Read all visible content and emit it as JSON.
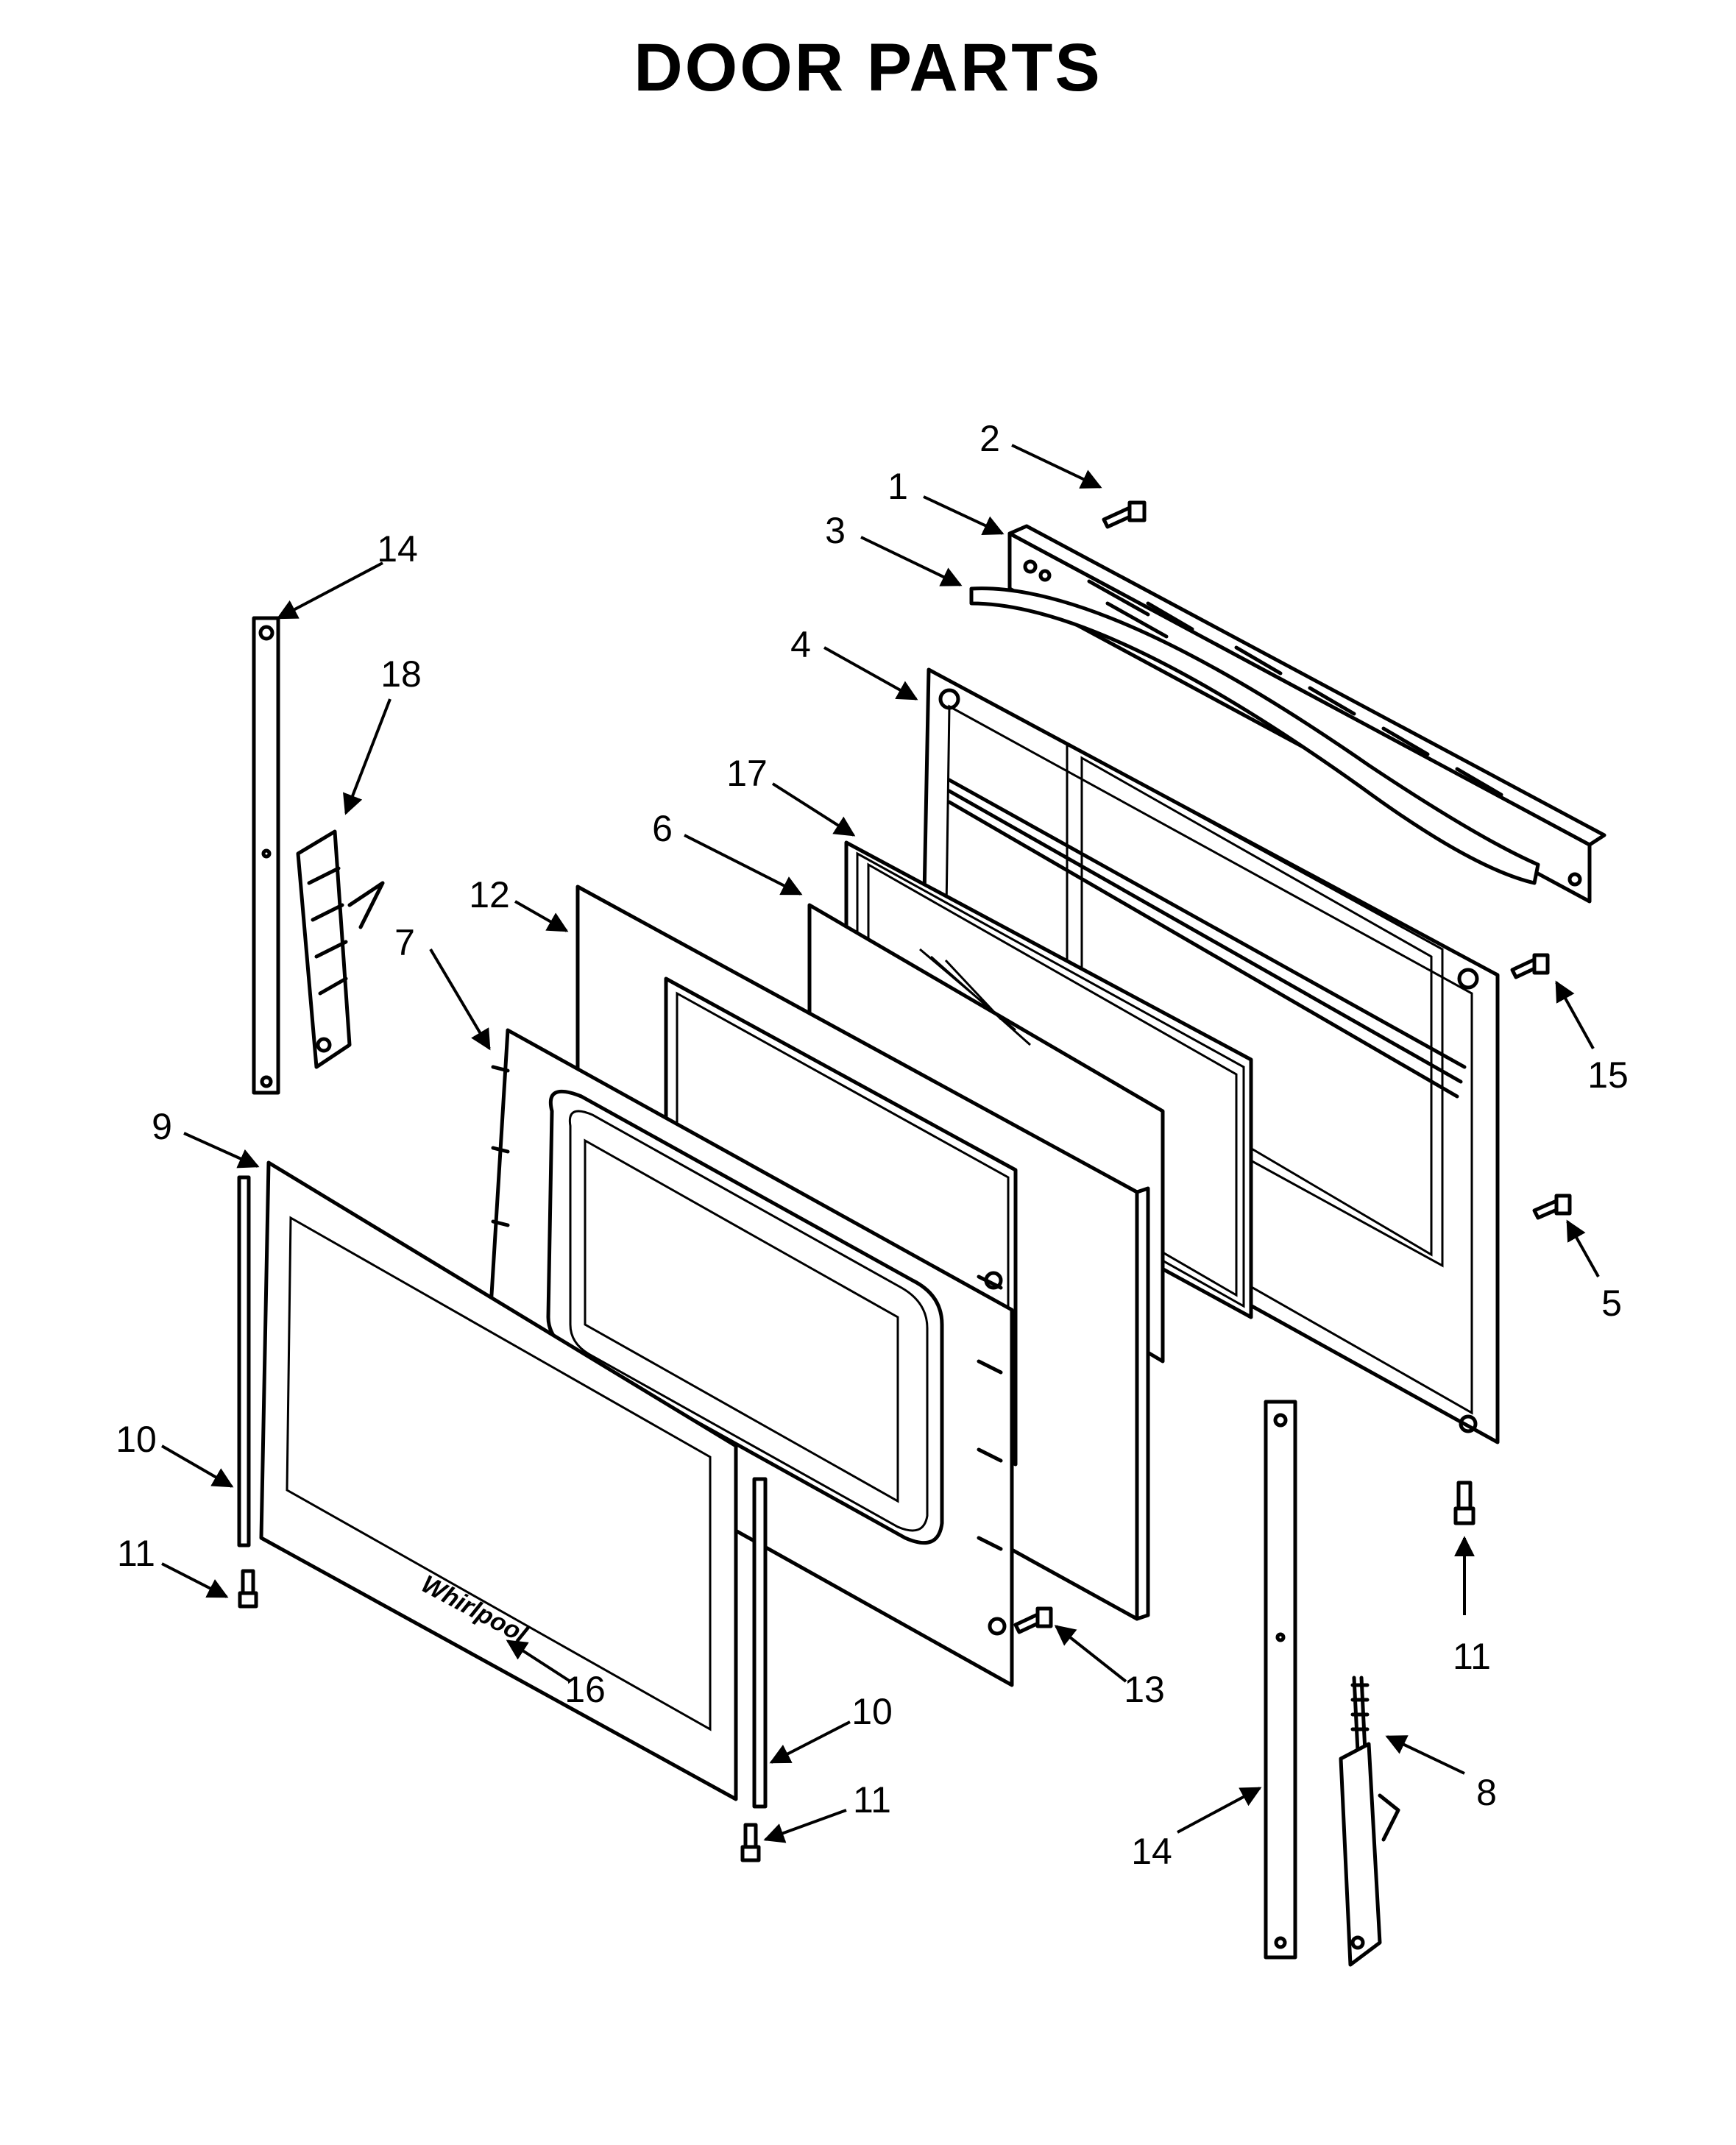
{
  "title": "DOOR  PARTS",
  "callouts": [
    {
      "id": "c1",
      "label": "1"
    },
    {
      "id": "c2",
      "label": "2"
    },
    {
      "id": "c3",
      "label": "3"
    },
    {
      "id": "c4",
      "label": "4"
    },
    {
      "id": "c5",
      "label": "5"
    },
    {
      "id": "c6",
      "label": "6"
    },
    {
      "id": "c7",
      "label": "7"
    },
    {
      "id": "c8",
      "label": "8"
    },
    {
      "id": "c9",
      "label": "9"
    },
    {
      "id": "c10a",
      "label": "10"
    },
    {
      "id": "c10b",
      "label": "10"
    },
    {
      "id": "c11a",
      "label": "11"
    },
    {
      "id": "c11b",
      "label": "11"
    },
    {
      "id": "c11c",
      "label": "11"
    },
    {
      "id": "c12",
      "label": "12"
    },
    {
      "id": "c13",
      "label": "13"
    },
    {
      "id": "c14a",
      "label": "14"
    },
    {
      "id": "c14b",
      "label": "14"
    },
    {
      "id": "c15",
      "label": "15"
    },
    {
      "id": "c16",
      "label": "16"
    },
    {
      "id": "c17",
      "label": "17"
    },
    {
      "id": "c18",
      "label": "18"
    }
  ],
  "logo_text": "Whirlpool"
}
